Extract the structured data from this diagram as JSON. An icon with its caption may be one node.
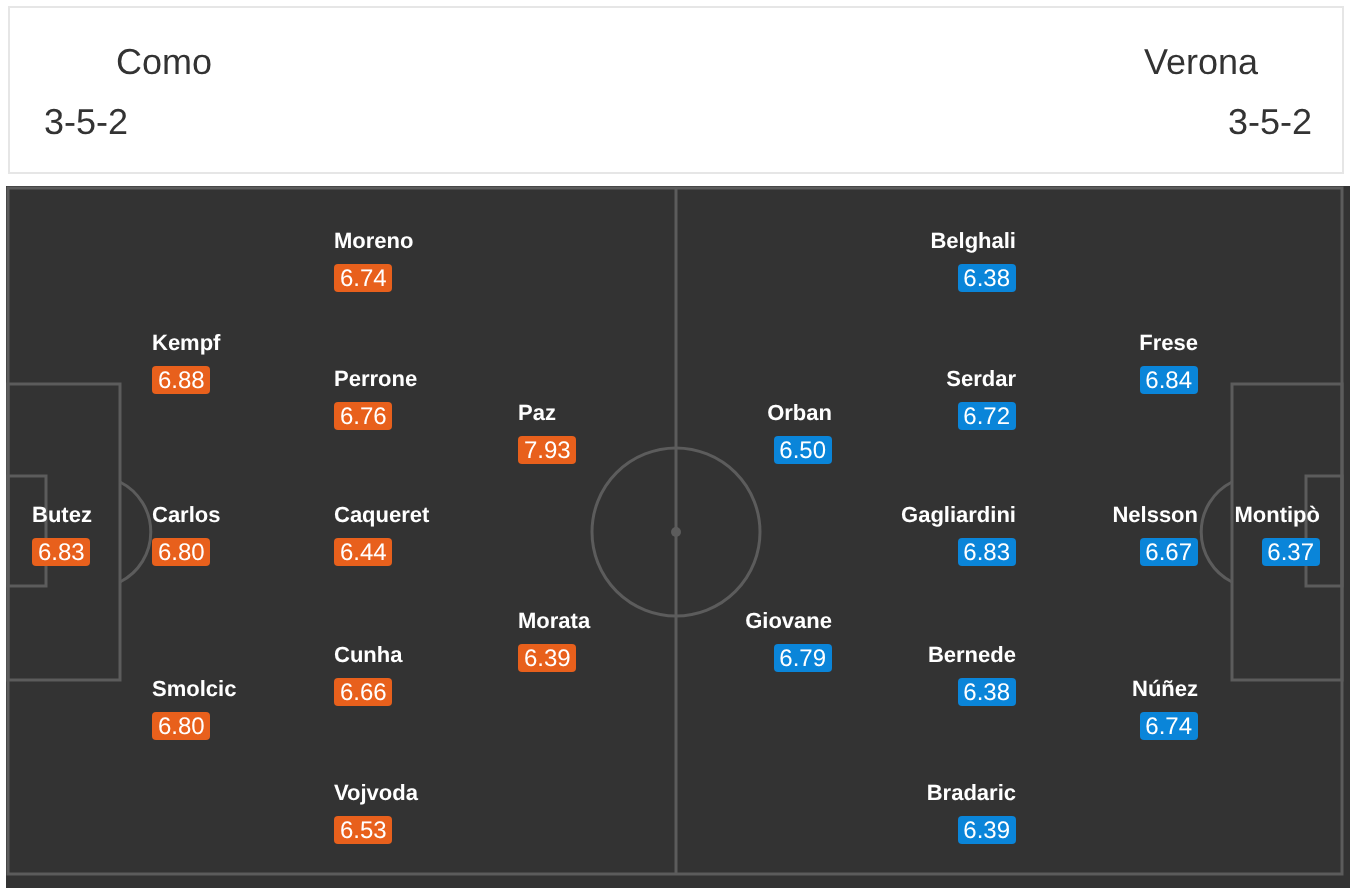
{
  "diagram": {
    "nodes": [
      {
        "text": [
          "Butez",
          "6.83"
        ]
      },
      {
        "text": [
          "Kempf",
          "6.88"
        ]
      },
      {
        "text": [
          "Carlos",
          "6.80"
        ]
      },
      {
        "text": [
          "Smolcic",
          "6.80"
        ]
      },
      {
        "text": [
          "Moreno",
          "6.74"
        ]
      },
      {
        "text": [
          "Perrone",
          "6.76"
        ]
      },
      {
        "text": [
          "Caqueret",
          "6.44"
        ]
      },
      {
        "text": [
          "Cunha",
          "6.66"
        ]
      },
      {
        "text": [
          "Vojvoda",
          "6.53"
        ]
      },
      {
        "text": [
          "Paz",
          "7.93"
        ]
      },
      {
        "text": [
          "Morata",
          "6.39"
        ]
      },
      {
        "text": [
          "Montipò",
          "6.37"
        ]
      },
      {
        "text": [
          "Frese",
          "6.84"
        ]
      },
      {
        "text": [
          "Nelsson",
          "6.67"
        ]
      },
      {
        "text": [
          "Núñez",
          "6.74"
        ]
      },
      {
        "text": [
          "Belghali",
          "6.38"
        ]
      },
      {
        "text": [
          "Serdar",
          "6.72"
        ]
      },
      {
        "text": [
          "Gagliardini",
          "6.83"
        ]
      },
      {
        "text": [
          "Bernede",
          "6.38"
        ]
      },
      {
        "text": [
          "Bradaric",
          "6.39"
        ]
      },
      {
        "text": [
          "Orban",
          "6.50"
        ]
      },
      {
        "text": [
          "Giovane",
          "6.79"
        ]
      }
    ],
    "edges": [],
    "labels": [
      "Como",
      "Verona",
      "3-5-2",
      "3-5-2"
    ]
  }
}
